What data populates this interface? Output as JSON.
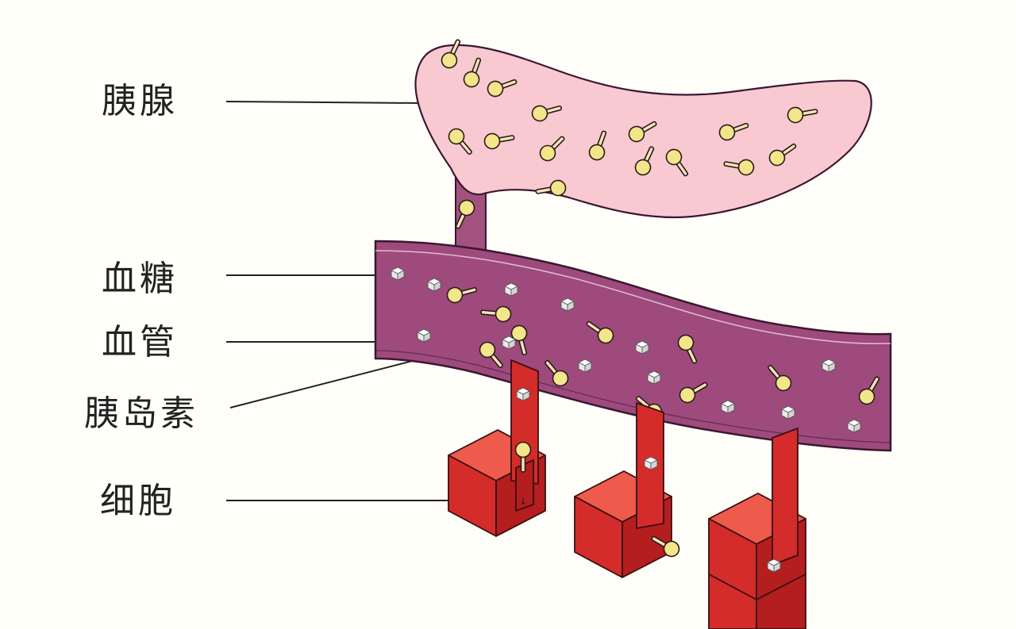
{
  "labels": {
    "pancreas": "胰腺",
    "blood_glucose": "血糖",
    "blood_vessel": "血管",
    "insulin": "胰岛素",
    "cell": "细胞"
  },
  "colors": {
    "background": "#fffef9",
    "pancreas": "#f9c9d2",
    "vessel": "#9e4a7c",
    "cell": "#d32c2a",
    "insulin_head": "#f3e58a",
    "glucose_cube": "#ffffff",
    "label_text": "#222222"
  },
  "icons": {
    "insulin": "lollipop-molecule-icon",
    "glucose": "sugar-cube-icon"
  }
}
